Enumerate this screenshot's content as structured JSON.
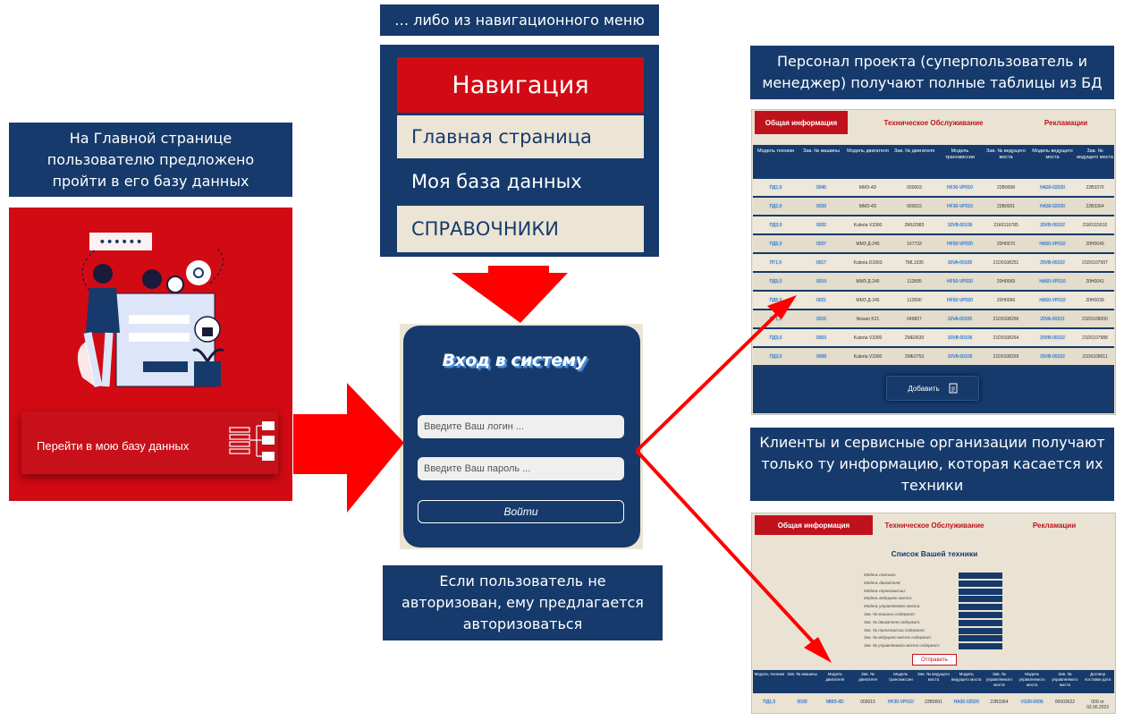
{
  "captions": {
    "home": "На Главной странице\nпользователю предложено\nпройти в его базу данных",
    "nav": "… либо из навигационного меню",
    "login": "Если пользователь не\nавторизован, ему предлагается\nавторизоваться",
    "staff": "Персонал проекта (суперпользователь и\nменеджер) получают полные таблицы из БД",
    "clients": "Клиенты и сервисные организации получают\nтолько ту информацию, которая касается их\nтехники"
  },
  "home": {
    "button_label": "Перейти в мою базу данных",
    "password_dots": "••••••"
  },
  "nav": {
    "title": "Навигация",
    "items": [
      "Главная страница",
      "Моя база данных",
      "СПРАВОЧНИКИ"
    ]
  },
  "login": {
    "title": "Вход в систему",
    "login_placeholder": "Введите Ваш логин ...",
    "password_placeholder": "Введите Ваш пароль ...",
    "submit": "Войти"
  },
  "tabs": [
    "Общая информация",
    "Техническое Обслуживание",
    "Рекламации"
  ],
  "full_table": {
    "headers": [
      "Модель техники",
      "Зав. № машины",
      "Модель двигателя",
      "Зав. № двигателя",
      "Модель трансмиссии",
      "Зав. № ведущего моста",
      "Модель ведущего моста",
      "Зав. № ведущего моста"
    ],
    "rows": [
      [
        "ПД1,5",
        "0045",
        "ММЗ-4D",
        "000003",
        "HF30-VP010",
        "22В0008",
        "HA30-02020",
        "22В3370"
      ],
      [
        "ПД2,0",
        "0039",
        "ММЗ-4D",
        "000015",
        "HF30-VP010",
        "22В0001",
        "HA30-02020",
        "22В3364"
      ],
      [
        "ПД3,0",
        "0032",
        "Kubota V3300",
        "2MU2983",
        "10VB-00106",
        "21К0116785",
        "20VB-00102",
        "21К0115910"
      ],
      [
        "ПД5,0",
        "0027",
        "ММЗ Д-245",
        "167733",
        "HF50-VP020",
        "20Н0070",
        "HA50-VP010",
        "20Н0049"
      ],
      [
        "ПГ1,5",
        "0017",
        "Kubota D1803",
        "7ML1035",
        "10VA-00105",
        "21D0108251",
        "20VB-00102",
        "21D0107997"
      ],
      [
        "ПД5,0",
        "0019",
        "ММЗ Д-245",
        "112895",
        "HF50-VP020",
        "20Н0069",
        "HA50-VP010",
        "20Н0041"
      ],
      [
        "ПД5,0",
        "0021",
        "ММЗ Д-245",
        "112890",
        "HF50-VP020",
        "20Н0066",
        "HA50-VP010",
        "20Н0039"
      ],
      [
        "ПГ1,5",
        "0016",
        "Nissan K21",
        "049827",
        "10VA-00105",
        "21D0108256",
        "20VA-00101",
        "21D0108000"
      ],
      [
        "ПД3,0",
        "0003",
        "Kubota V3300",
        "2ME0639",
        "10VB-00106",
        "21D0108264",
        "20VB-00102",
        "21D0107988"
      ],
      [
        "ПД3,0",
        "0008",
        "Kubota V3300",
        "2ME0753",
        "10VB-00106",
        "21D0108269",
        "20VB-00102",
        "21D0108011"
      ]
    ],
    "add_label": "Добавить"
  },
  "client_view": {
    "title": "Список Вашей техники",
    "filters": [
      "Модель техники:",
      "Модель двигателя:",
      "Модель трансмиссии:",
      "Модель ведущего моста:",
      "Модель управляемого моста:",
      "Зав. № машины содержит:",
      "Зав. № двигателя содержит:",
      "Зав. № трансмиссии содержит:",
      "Зав. № ведущего моста содержит:",
      "Зав. № управляемого моста содержит:"
    ],
    "send_label": "Отправить",
    "headers": [
      "Модель техники",
      "Зав. № машины",
      "Модель двигателя",
      "Зав. № двигателя",
      "Модель трансмиссии",
      "Зав. № ведущего моста",
      "Модель ведущего моста",
      "Зав. № управляемого моста",
      "Модель управляемого моста",
      "Зав. № управляемого моста",
      "Договор поставки дата"
    ],
    "row": [
      "ПД1,5",
      "0039",
      "ММЗ-4D",
      "000015",
      "HF30-VP010",
      "22В0001",
      "HA30-02020",
      "22В3364",
      "VS30-0006",
      "00003622",
      "009 от 02.06.2022"
    ]
  },
  "colors": {
    "navy": "#163a6b",
    "red": "#d20a14",
    "arrow": "#ff0000",
    "beige": "#ece5d5"
  }
}
